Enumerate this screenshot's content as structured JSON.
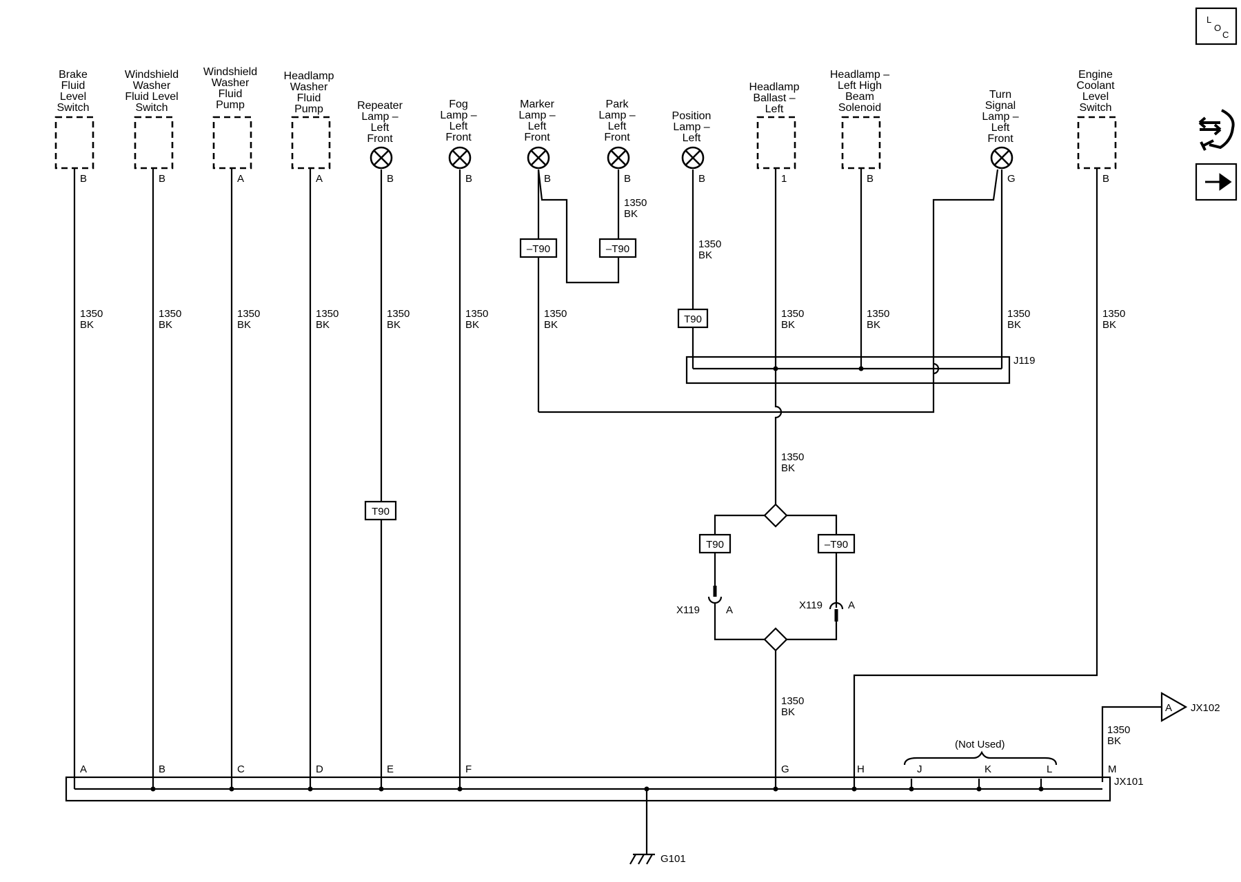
{
  "components": [
    {
      "name": [
        "Brake",
        "Fluid",
        "Level",
        "Switch"
      ],
      "pin": "B",
      "wire": [
        "1350",
        "BK"
      ],
      "bus_pin": "A"
    },
    {
      "name": [
        "Windshield",
        "Washer",
        "Fluid Level",
        "Switch"
      ],
      "pin": "B",
      "wire": [
        "1350",
        "BK"
      ],
      "bus_pin": "B"
    },
    {
      "name": [
        "Windshield",
        "Washer",
        "Fluid",
        "Pump"
      ],
      "pin": "A",
      "wire": [
        "1350",
        "BK"
      ],
      "bus_pin": "C"
    },
    {
      "name": [
        "Headlamp",
        "Washer",
        "Fluid",
        "Pump"
      ],
      "pin": "A",
      "wire": [
        "1350",
        "BK"
      ],
      "bus_pin": "D"
    },
    {
      "name": [
        "Repeater",
        "Lamp –",
        "Left",
        "Front"
      ],
      "pin": "B",
      "wire": [
        "1350",
        "BK"
      ],
      "bus_pin": "E",
      "option": "T90"
    },
    {
      "name": [
        "Fog",
        "Lamp –",
        "Left",
        "Front"
      ],
      "pin": "B",
      "wire": [
        "1350",
        "BK"
      ],
      "bus_pin": "F"
    },
    {
      "name": [
        "Marker",
        "Lamp –",
        "Left",
        "Front"
      ],
      "pin": "B",
      "wire": [
        "1350",
        "BK"
      ],
      "option": "–T90"
    },
    {
      "name": [
        "Park",
        "Lamp –",
        "Left",
        "Front"
      ],
      "pin": "B",
      "wire": [
        "1350",
        "BK"
      ],
      "option": "–T90"
    },
    {
      "name": [
        "Position",
        "Lamp –",
        "Left"
      ],
      "pin": "B",
      "wire": [
        "1350",
        "BK"
      ],
      "option": "T90"
    },
    {
      "name": [
        "Headlamp",
        "Ballast –",
        "Left"
      ],
      "pin": "1",
      "wire": [
        "1350",
        "BK"
      ]
    },
    {
      "name": [
        "Headlamp –",
        "Left High",
        "Beam",
        "Solenoid"
      ],
      "pin": "B",
      "wire": [
        "1350",
        "BK"
      ]
    },
    {
      "name": [
        "Turn",
        "Signal",
        "Lamp –",
        "Left",
        "Front"
      ],
      "pin": "G",
      "wire": [
        "1350",
        "BK"
      ]
    },
    {
      "name": [
        "Engine",
        "Coolant",
        "Level",
        "Switch"
      ],
      "pin": "B",
      "wire": [
        "1350",
        "BK"
      ]
    }
  ],
  "splices": {
    "j119": "J119",
    "jx101": "JX101",
    "jx102": "JX102",
    "jx102_pin": "A"
  },
  "ground": "G101",
  "trunk_wire": [
    "1350",
    "BK"
  ],
  "lower_wire": [
    "1350",
    "BK"
  ],
  "x119_left": {
    "name": "X119",
    "pin": "A",
    "option": "T90"
  },
  "x119_right": {
    "name": "X119",
    "pin": "A",
    "option": "–T90"
  },
  "bus_pins_right": {
    "g": "G",
    "h": "H",
    "j": "J",
    "k": "K",
    "l": "L",
    "m": "M"
  },
  "not_used": "(Not Used)",
  "jx102_wire": [
    "1350",
    "BK"
  ],
  "side_icons": {
    "loc": "L O C",
    "loc_icon": "location-view-icon",
    "service_icon": "service-tools-icon",
    "next_icon": "next-page-arrow-icon"
  }
}
